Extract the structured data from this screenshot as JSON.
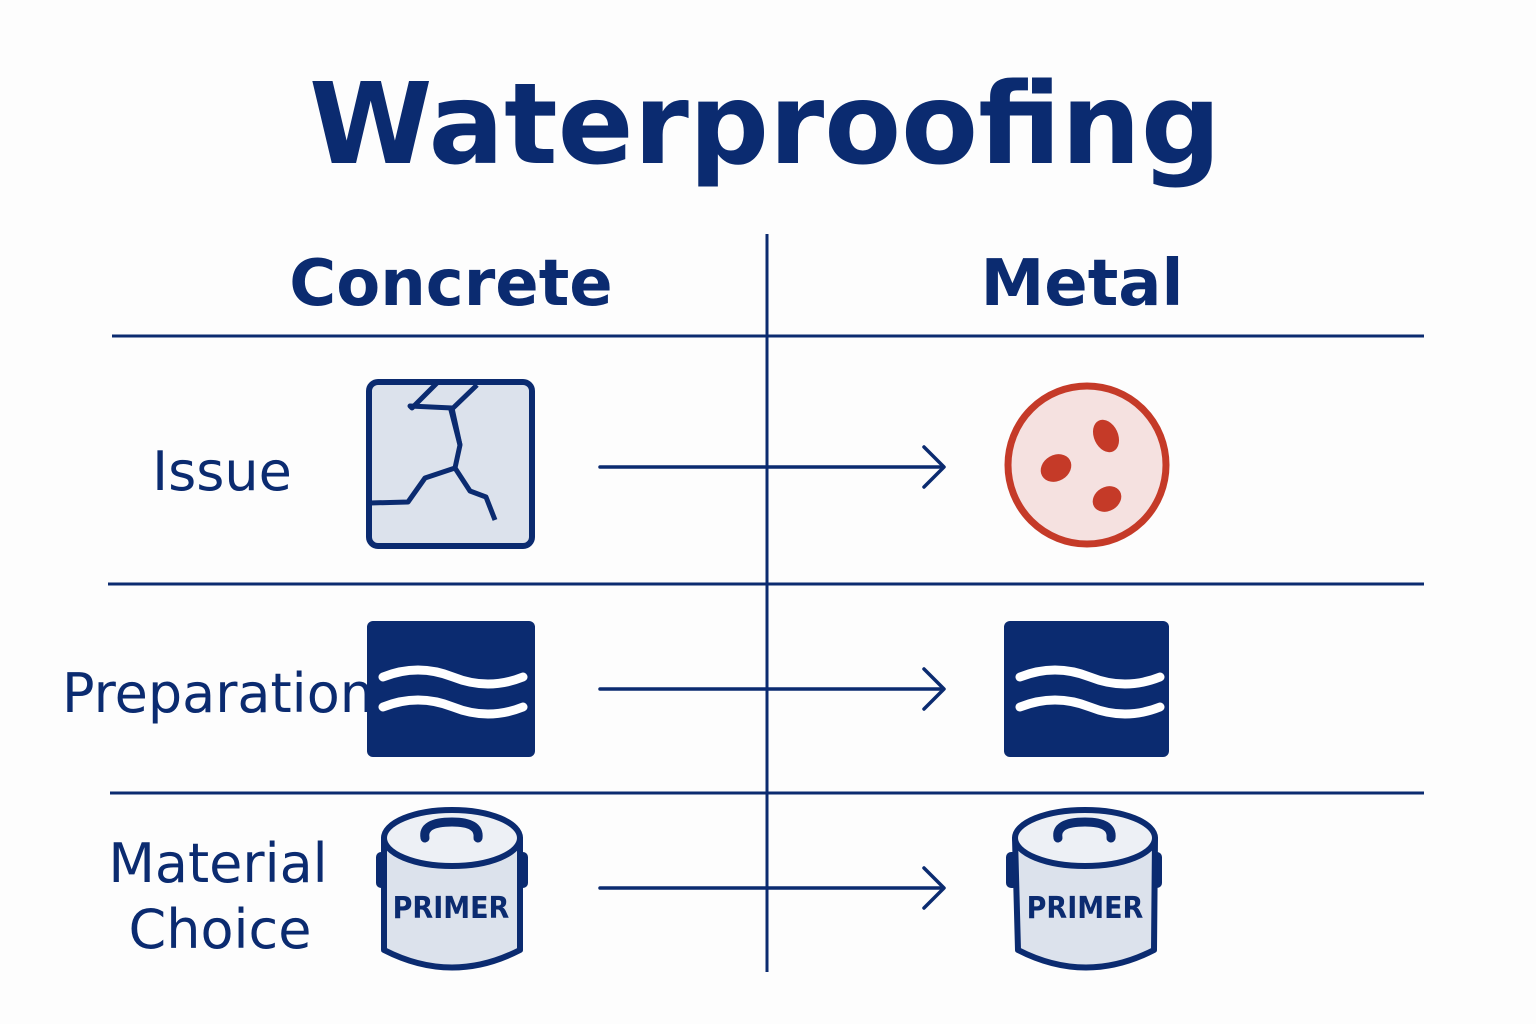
{
  "title": "Waterproofing",
  "columns": [
    "Concrete",
    "Metal"
  ],
  "rows": [
    {
      "label": "Issue",
      "concrete_icon": "cracked-surface-icon",
      "metal_icon": "rust-spots-icon"
    },
    {
      "label": "Preparation",
      "concrete_icon": "water-wave-icon",
      "metal_icon": "water-wave-icon"
    },
    {
      "label_lines": [
        "Material",
        "Choice"
      ],
      "concrete_icon": "primer-can-icon",
      "metal_icon": "primer-can-icon"
    }
  ],
  "can_label": "PRIMER",
  "colors": {
    "navy": "#0b2b70",
    "rust": "#c53a28",
    "rust_bg": "#f5e1e0",
    "panel": "#dce2ec"
  }
}
